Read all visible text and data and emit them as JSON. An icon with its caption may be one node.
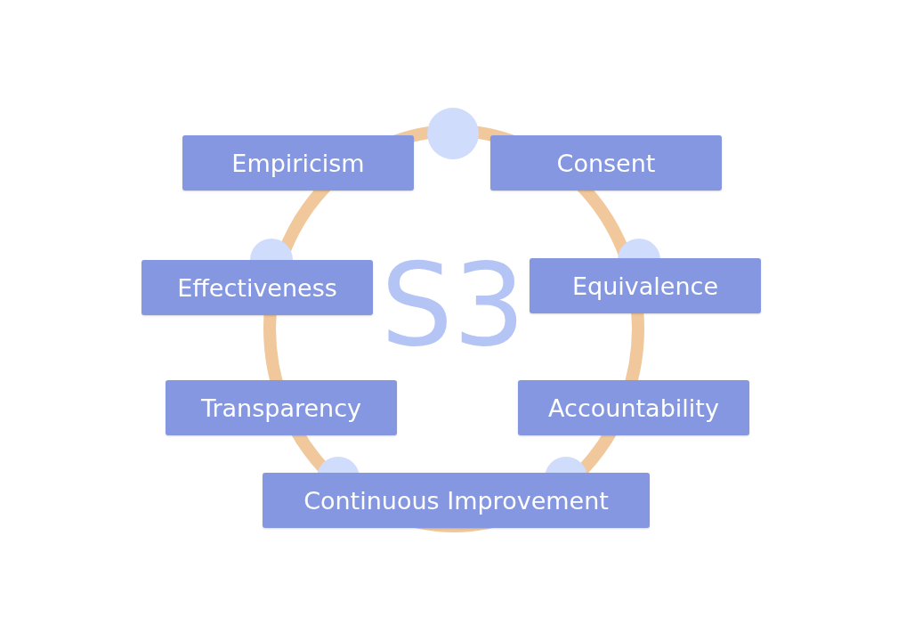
{
  "diagram": {
    "nodes": [
      {
        "text": [
          "Empiricism"
        ]
      },
      {
        "text": [
          "Consent"
        ]
      },
      {
        "text": [
          "Effectiveness"
        ]
      },
      {
        "text": [
          "Equivalence"
        ]
      },
      {
        "text": [
          "Transparency"
        ]
      },
      {
        "text": [
          "Accountability"
        ]
      },
      {
        "text": [
          "Continuous Improvement"
        ]
      }
    ],
    "edges": [],
    "labels": [
      "S3"
    ]
  }
}
